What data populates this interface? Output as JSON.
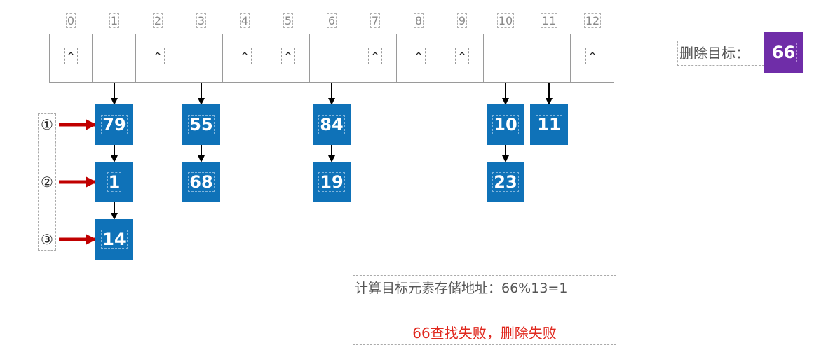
{
  "hash_table": {
    "indices": [
      "0",
      "1",
      "2",
      "3",
      "4",
      "5",
      "6",
      "7",
      "8",
      "9",
      "10",
      "11",
      "12"
    ],
    "null_symbol": "^",
    "null_slots": [
      0,
      2,
      4,
      5,
      7,
      8,
      9,
      12
    ]
  },
  "chains": [
    {
      "slot": 1,
      "values": [
        "79",
        "1",
        "14"
      ]
    },
    {
      "slot": 3,
      "values": [
        "55",
        "68"
      ]
    },
    {
      "slot": 6,
      "values": [
        "84",
        "19"
      ]
    },
    {
      "slot": 10,
      "values": [
        "10",
        "23"
      ]
    },
    {
      "slot": 11,
      "values": [
        "11"
      ]
    }
  ],
  "steps": [
    "①",
    "②",
    "③"
  ],
  "target": {
    "label": "删除目标：",
    "value": "66"
  },
  "calculation": "计算目标元素存储地址：66%13=1",
  "result": "66查找失败，删除失败",
  "colors": {
    "node": "#0f72b8",
    "target": "#6f2da8",
    "arrow_red": "#c00000",
    "result_text": "#e0281e"
  }
}
